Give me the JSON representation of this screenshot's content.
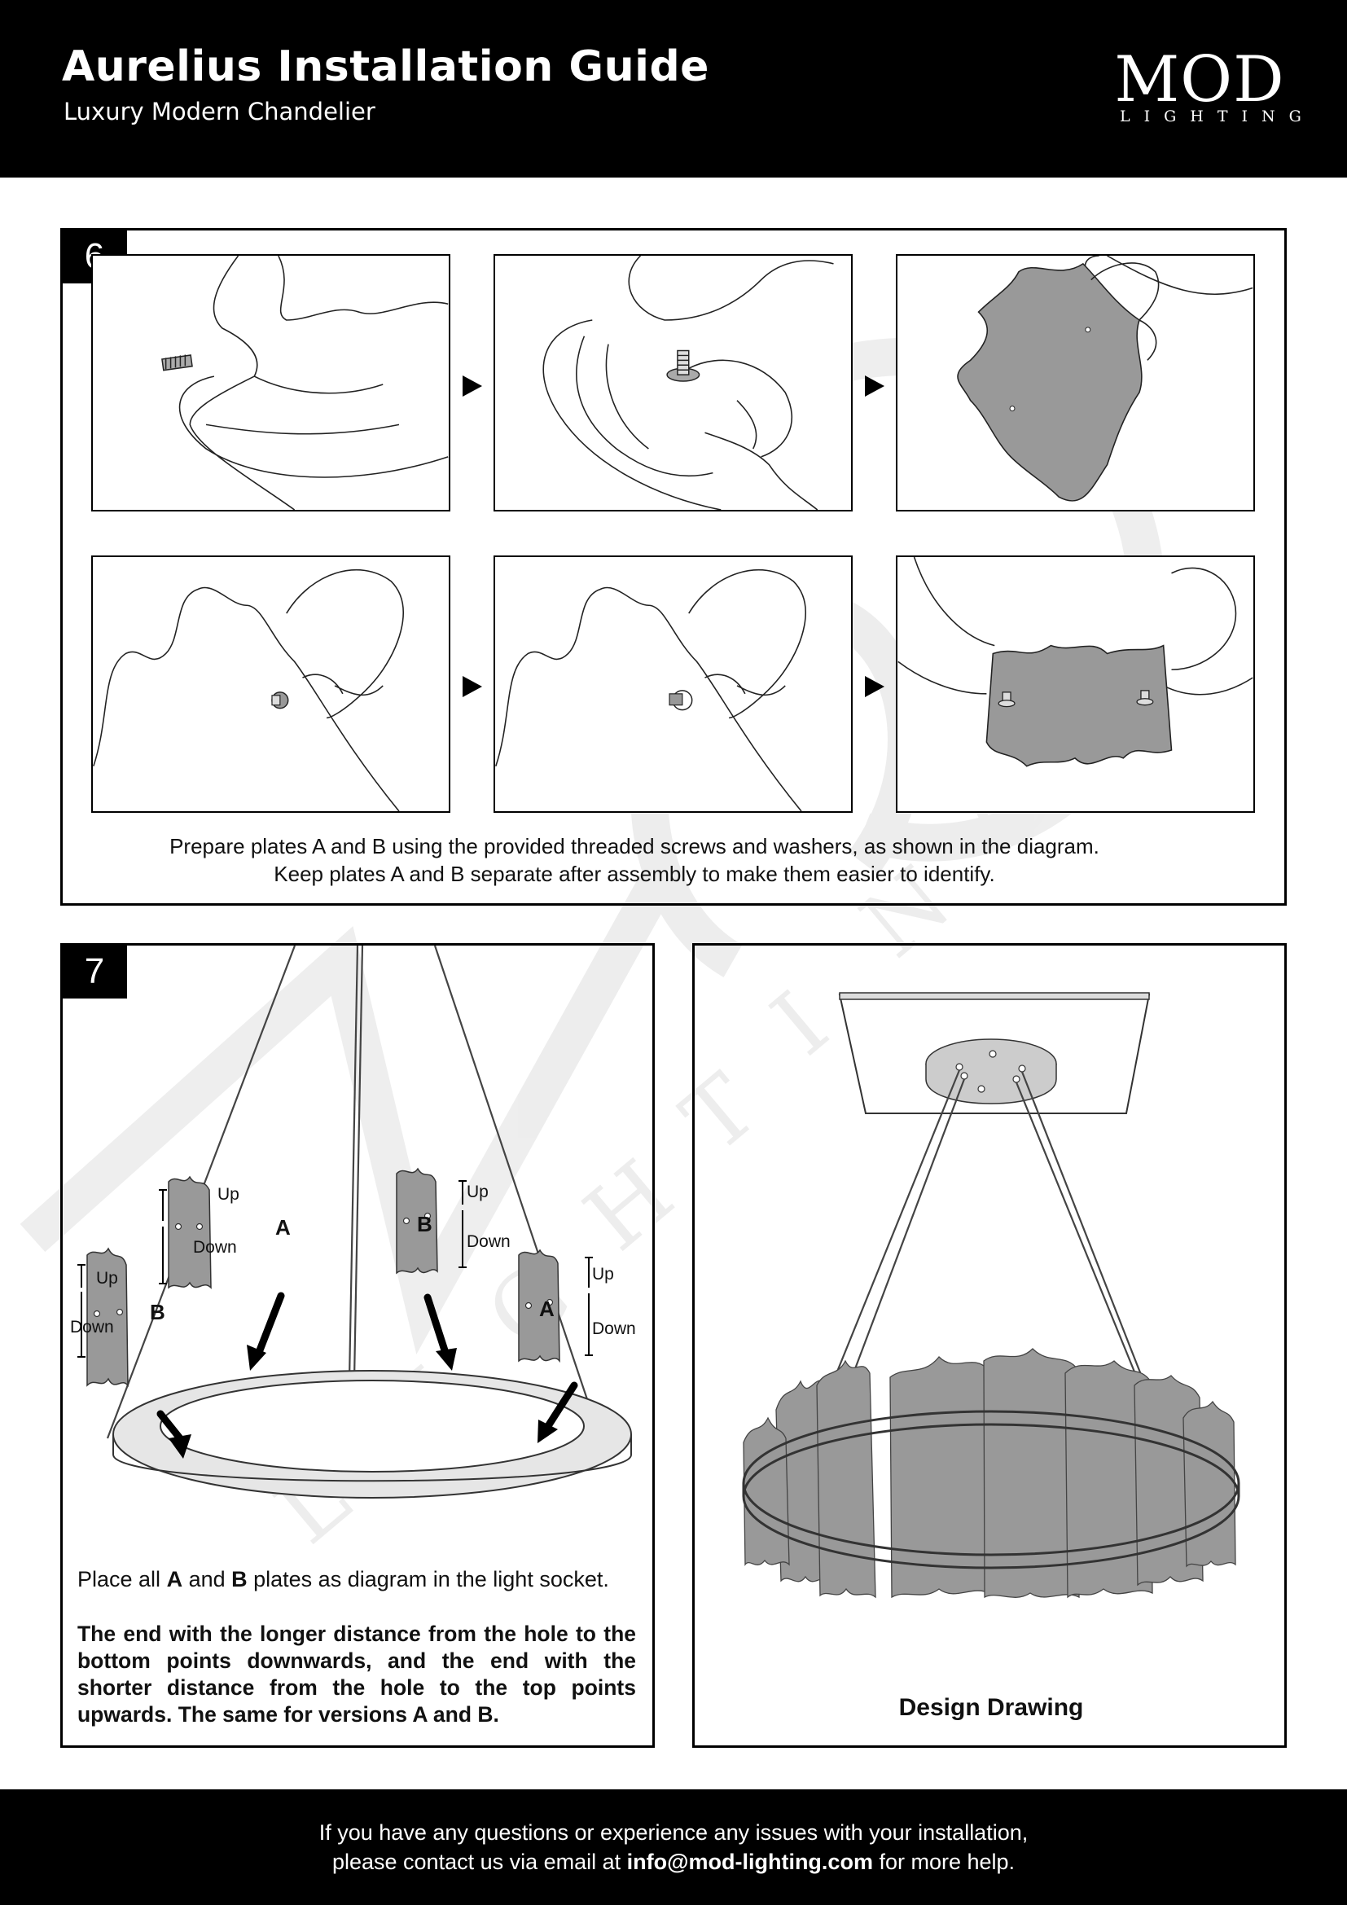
{
  "header": {
    "title": "Aurelius Installation Guide",
    "subtitle": "Luxury Modern Chandelier",
    "logo_word": "MOD",
    "logo_sub": "LIGHTING"
  },
  "step6": {
    "number": "6",
    "caption_line1": "Prepare plates A and B using the provided threaded screws and washers, as shown in the diagram.",
    "caption_line2": "Keep plates A and B separate after assembly to make them easier to identify."
  },
  "step7": {
    "number": "7",
    "labels": {
      "up": "Up",
      "down": "Down",
      "plate_a": "A",
      "plate_b": "B"
    },
    "instruction_prefix": "Place all ",
    "instruction_a": "A",
    "instruction_and": " and ",
    "instruction_b": "B",
    "instruction_suffix": " plates as diagram in the light socket.",
    "note": "The end with the longer distance from the hole to the bottom points downwards, and the end with the shorter distance from the hole to the top points upwards. The same for versions A and B."
  },
  "design": {
    "label": "Design Drawing"
  },
  "footer": {
    "line1": "If you have any questions or experience any issues with your installation,",
    "line2_prefix": "please contact us via email at ",
    "email": "info@mod-lighting.com",
    "line2_suffix": " for more help."
  }
}
